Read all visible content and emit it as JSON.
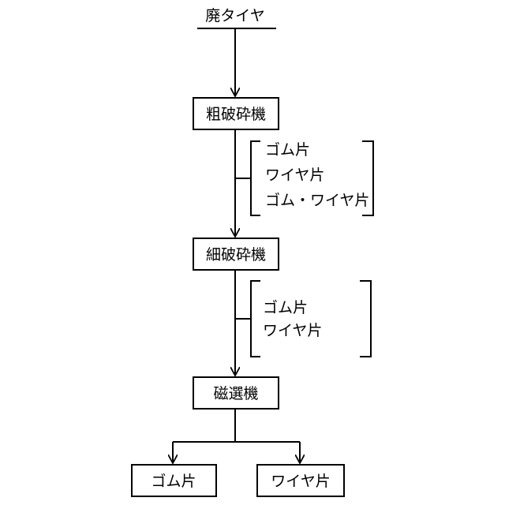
{
  "input": {
    "label": "廃タイヤ"
  },
  "stages": [
    {
      "name": "粗破砕機",
      "outputs": [
        "ゴム片",
        "ワイヤ片",
        "ゴム・ワイヤ片"
      ]
    },
    {
      "name": "細破砕機",
      "outputs": [
        "ゴム片",
        "ワイヤ片"
      ]
    },
    {
      "name": "磁選機"
    }
  ],
  "products": [
    "ゴム片",
    "ワイヤ片"
  ]
}
